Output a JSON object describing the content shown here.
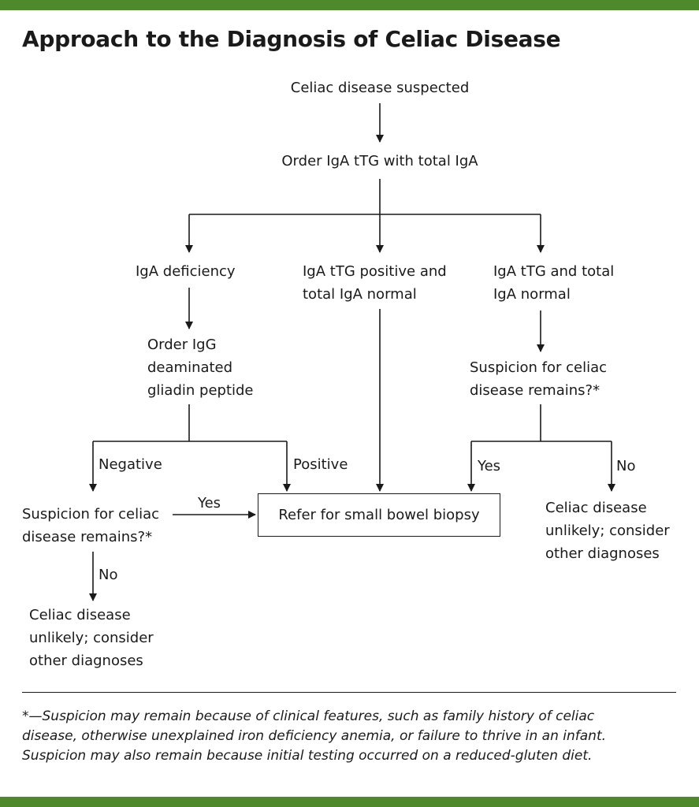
{
  "title": "Approach to the Diagnosis of Celiac Disease",
  "colors": {
    "accent_bar": "#4e8a2c",
    "line": "#1a1a1a",
    "text": "#1a1a1a"
  },
  "nodes": {
    "suspected": "Celiac disease suspected",
    "order_tests": "Order IgA tTG with total IgA",
    "iga_deficiency": "IgA deficiency",
    "positive_normal": [
      "IgA tTG positive and",
      "total IgA normal"
    ],
    "both_normal": [
      "IgA tTG and total",
      "IgA normal"
    ],
    "order_igg": [
      "Order IgG",
      "deaminated",
      "gliadin peptide"
    ],
    "suspicion_right": [
      "Suspicion for celiac",
      "disease remains?*"
    ],
    "suspicion_left": [
      "Suspicion for celiac",
      "disease remains?*"
    ],
    "biopsy": "Refer for small bowel biopsy",
    "unlikely_right": [
      "Celiac disease",
      "unlikely; consider",
      "other diagnoses"
    ],
    "unlikely_left": [
      "Celiac disease",
      "unlikely; consider",
      "other diagnoses"
    ]
  },
  "edge_labels": {
    "negative": "Negative",
    "positive": "Positive",
    "yes_left": "Yes",
    "no_left": "No",
    "yes_right": "Yes",
    "no_right": "No"
  },
  "footnote": [
    "*—Suspicion may remain because of clinical features, such as family history of celiac",
    "disease, otherwise unexplained iron deficiency anemia, or failure to thrive in an infant.",
    "Suspicion may also remain because initial testing occurred on a reduced-gluten diet."
  ]
}
